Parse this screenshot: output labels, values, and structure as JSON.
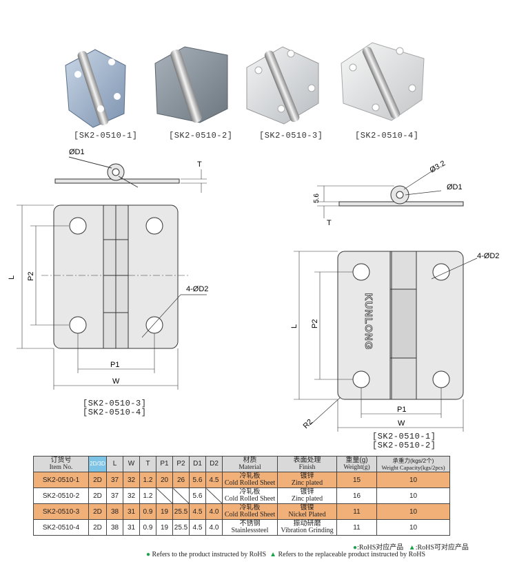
{
  "photos": [
    {
      "label": "[SK2-0510-1]",
      "finish_color": "#9fb3cc"
    },
    {
      "label": "[SK2-0510-2]",
      "finish_color": "#8c96a0"
    },
    {
      "label": "[SK2-0510-3]",
      "finish_color": "#d6d9dc"
    },
    {
      "label": "[SK2-0510-4]",
      "finish_color": "#e0e1e2"
    }
  ],
  "drawing_left": {
    "labels": [
      "[SK2-0510-3]",
      "[SK2-0510-4]"
    ],
    "dims": {
      "d1": "ØD1",
      "t": "T",
      "l": "L",
      "p2": "P2",
      "d2": "4-ØD2",
      "p1": "P1",
      "w": "W"
    }
  },
  "drawing_right": {
    "labels": [
      "[SK2-0510-1]",
      "[SK2-0510-2]"
    ],
    "dims": {
      "phi32": "Ø3.2",
      "d1": "ØD1",
      "h56": "5.6",
      "t": "T",
      "d2": "4-ØD2",
      "l": "L",
      "p2": "P2",
      "p1": "P1",
      "w": "W",
      "r2": "R2"
    },
    "brand": "KUNLONG"
  },
  "table": {
    "headers": {
      "item_cn": "订货号",
      "item_en": "Item No.",
      "icon": "2D/3D",
      "l": "L",
      "w": "W",
      "t": "T",
      "p1": "P1",
      "p2": "P2",
      "d1": "D1",
      "d2": "D2",
      "material_cn": "材质",
      "material_en": "Material",
      "finish_cn": "表面处理",
      "finish_en": "Finish",
      "weight_cn": "重量(g)",
      "weight_en": "Weight(g)",
      "capacity_cn": "承重力(kgs/2个)",
      "capacity_en": "Weight Capacity(kgs/2pcs)"
    },
    "rows": [
      {
        "item": "SK2-0510-1",
        "cad": "2D",
        "l": "37",
        "w": "32",
        "t": "1.2",
        "p1": "20",
        "p2": "26",
        "d1": "5.6",
        "d2": "4.5",
        "material_cn": "冷轧板",
        "material_en": "Cold Rolled Sheet",
        "finish_cn": "镀锌",
        "finish_en": "Zinc plated",
        "weight": "15",
        "capacity": "10"
      },
      {
        "item": "SK2-0510-2",
        "cad": "2D",
        "l": "37",
        "w": "32",
        "t": "1.2",
        "p1": "",
        "p2": "",
        "d1": "5.6",
        "d2": "",
        "material_cn": "冷轧板",
        "material_en": "Cold Rolled Sheet",
        "finish_cn": "镀锌",
        "finish_en": "Zinc plated",
        "weight": "16",
        "capacity": "10"
      },
      {
        "item": "SK2-0510-3",
        "cad": "2D",
        "l": "38",
        "w": "31",
        "t": "0.9",
        "p1": "19",
        "p2": "25.5",
        "d1": "4.5",
        "d2": "4.0",
        "material_cn": "冷轧板",
        "material_en": "Cold Rolled Sheet",
        "finish_cn": "镀镍",
        "finish_en": "Nickel Plated",
        "weight": "11",
        "capacity": "10"
      },
      {
        "item": "SK2-0510-4",
        "cad": "2D",
        "l": "38",
        "w": "31",
        "t": "0.9",
        "p1": "19",
        "p2": "25.5",
        "d1": "4.5",
        "d2": "4.0",
        "material_cn": "不锈钢",
        "material_en": "Stainlesssteel",
        "finish_cn": "振动研磨",
        "finish_en": "Vibration Grinding",
        "weight": "11",
        "capacity": "10"
      }
    ]
  },
  "notes": {
    "rohs_cn": ":RoHS对应产品",
    "replace_cn": ":RoHS可对应产品",
    "rohs_en": "Refers to the product instructed by RoHS",
    "replace_en": "Refers to the replaceable product instructed by RoHS"
  }
}
